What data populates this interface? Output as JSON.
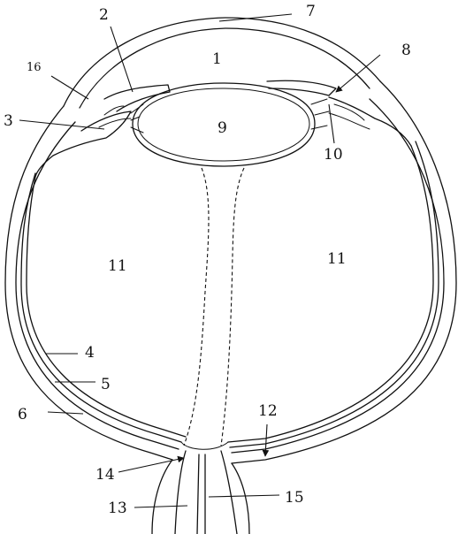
{
  "labels": {
    "l1": "1",
    "l2": "2",
    "l3": "3",
    "l4": "4",
    "l5": "5",
    "l6": "6",
    "l7": "7",
    "l8": "8",
    "l9": "9",
    "l10": "10",
    "l11a": "11",
    "l11b": "11",
    "l12": "12",
    "l13": "13",
    "l14": "14",
    "l15": "15",
    "l16": "16"
  },
  "colors": {
    "ink": "#111111",
    "background": "#ffffff"
  }
}
